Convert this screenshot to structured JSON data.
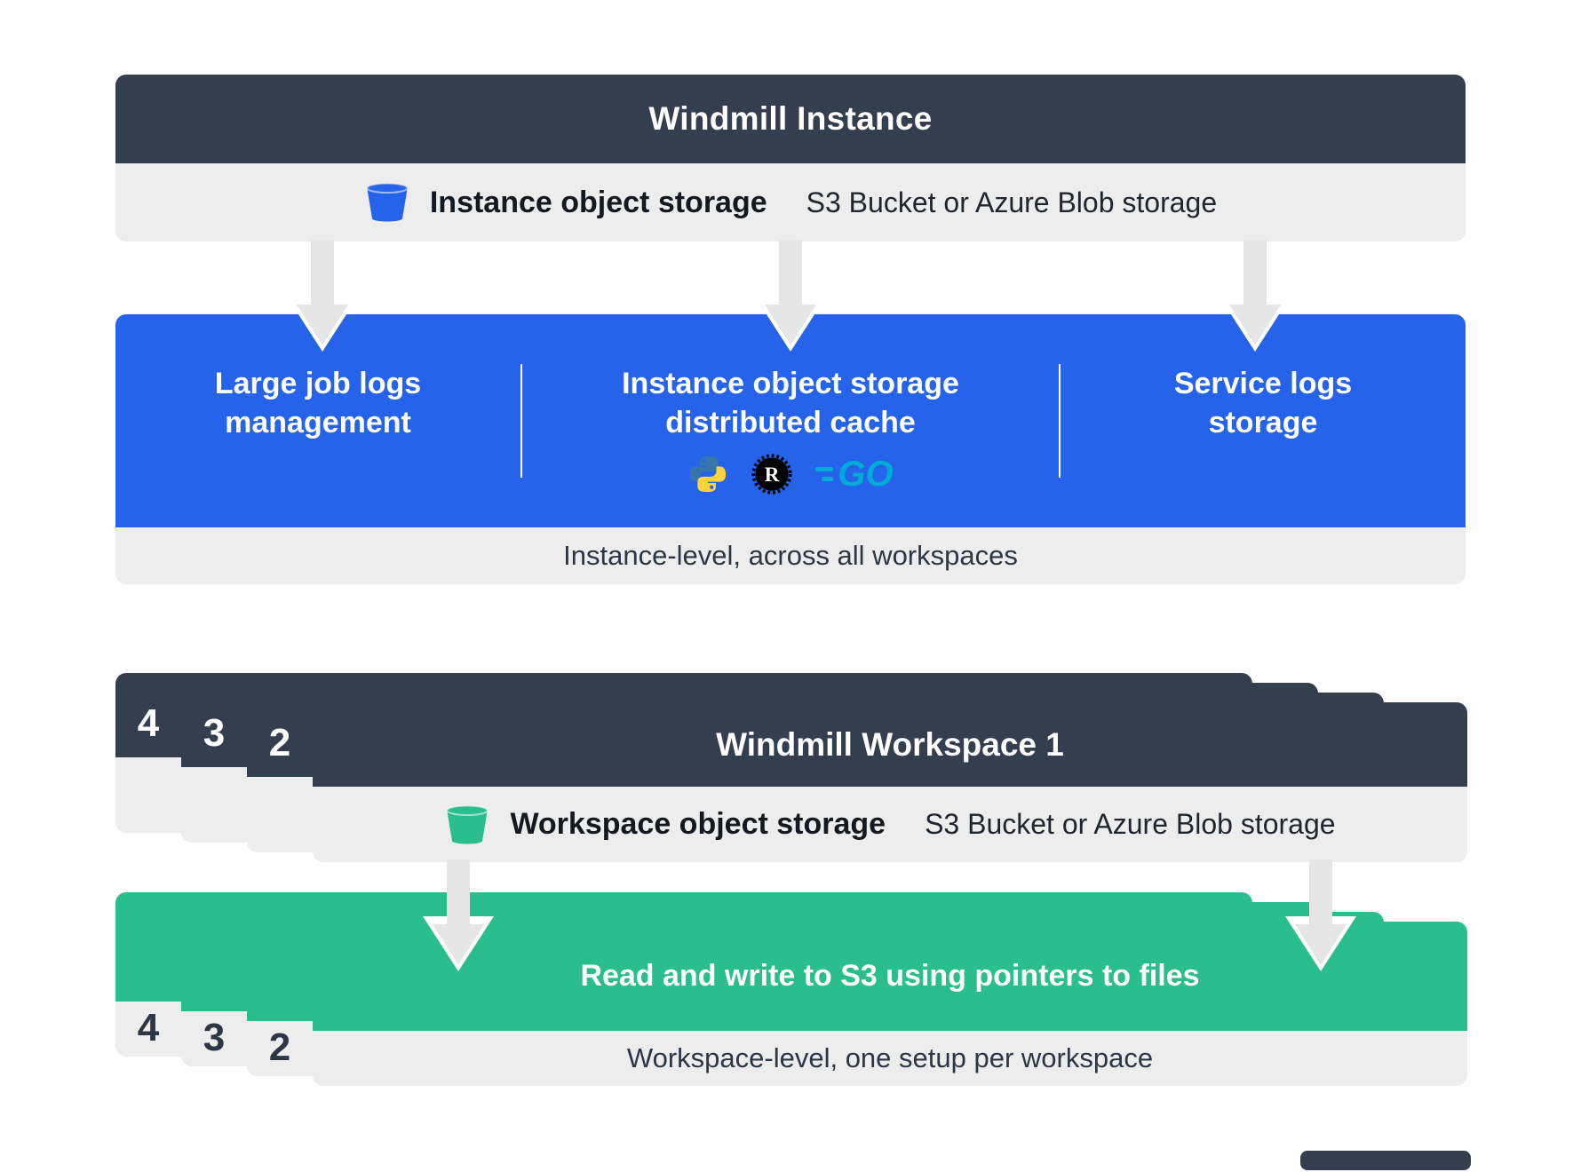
{
  "instance": {
    "title": "Windmill Instance",
    "storage_label": "Instance object storage",
    "storage_sub": "S3 Bucket or Azure Blob storage",
    "columns": [
      {
        "line1": "Large job logs",
        "line2": "management"
      },
      {
        "line1": "Instance object storage",
        "line2": "distributed cache"
      },
      {
        "line1": "Service logs",
        "line2": "storage"
      }
    ],
    "footer": "Instance-level, across all workspaces"
  },
  "workspace": {
    "title": "Windmill Workspace 1",
    "storage_label": "Workspace object storage",
    "storage_sub": "S3 Bucket or Azure Blob storage",
    "stack_numbers": [
      "4",
      "3",
      "2"
    ],
    "action_label": "Read and write to S3 using pointers to files",
    "footer": "Workspace-level, one setup per workspace"
  },
  "icons": {
    "instance_bucket": "bucket-blue",
    "workspace_bucket": "bucket-green",
    "python": "python-logo",
    "rust_letter": "R",
    "go_text": "GO"
  },
  "colors": {
    "dark": "#333e4e",
    "blue": "#2563eb",
    "green": "#2abd8e",
    "panel_gray": "#ededed",
    "arrow_gray": "#e6e6e6",
    "go_cyan": "#00acd7",
    "python_blue": "#3776ab",
    "python_yellow": "#ffd43b"
  }
}
